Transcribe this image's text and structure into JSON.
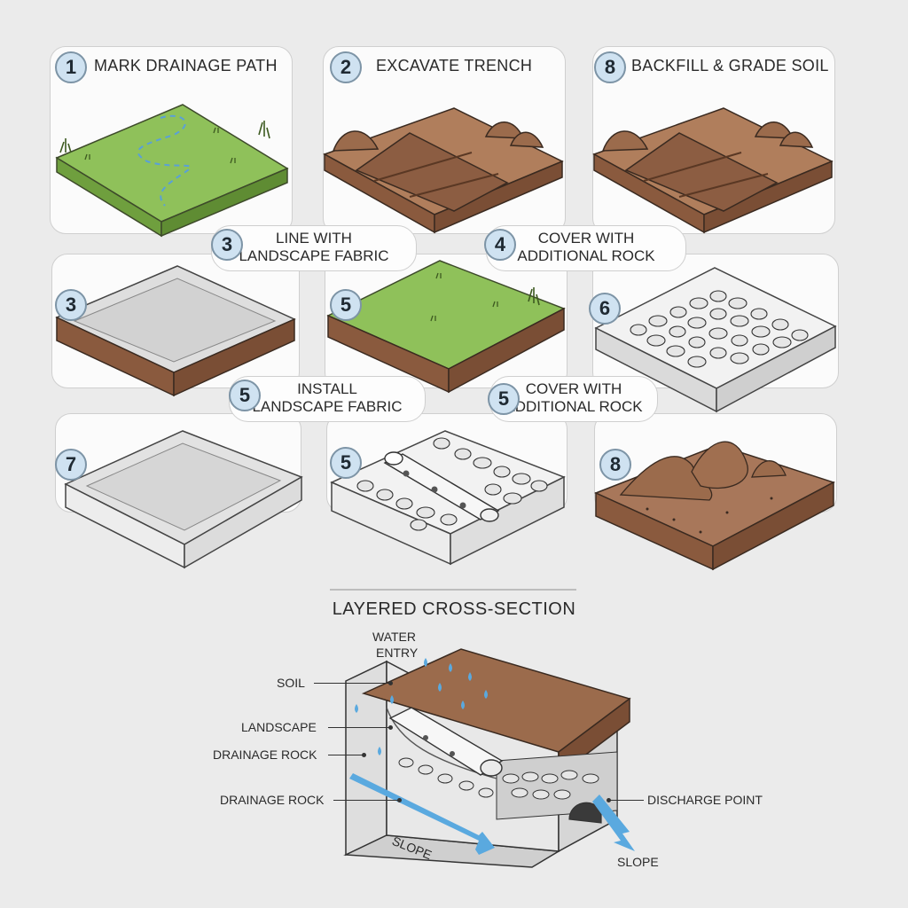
{
  "panels": [
    {
      "number": "1",
      "title": "MARK DRAINAGE PATH"
    },
    {
      "number": "2",
      "title": "EXCAVATE TRENCH"
    },
    {
      "number": "8",
      "title": "BACKFILL & GRADE SOIL"
    },
    {
      "number": "3"
    },
    {
      "number": "5"
    },
    {
      "number": "6"
    },
    {
      "number": "7"
    },
    {
      "number": "5"
    },
    {
      "number": "8"
    }
  ],
  "pills": [
    {
      "number": "3",
      "line1": "LINE WITH",
      "line2": "LANDSCAPE FABRIC"
    },
    {
      "number": "4",
      "line1": "COVER WITH",
      "line2": "ADDITIONAL ROCK"
    },
    {
      "number": "5",
      "line1": "INSTALL",
      "line2": "LANDSCAPE FABRIC"
    },
    {
      "number": "5",
      "line1": "COVER WITH",
      "line2": "ADDITIONAL ROCK"
    }
  ],
  "cross_section": {
    "title": "LAYERED CROSS-SECTION",
    "labels": {
      "water_entry_1": "WATER",
      "water_entry_2": "ENTRY",
      "soil": "SOIL",
      "landscape": "LANDSCAPE",
      "drainage_rock_upper": "DRAINAGE ROCK",
      "drainage_rock_lower": "DRAINAGE ROCK",
      "discharge_point": "DISCHARGE POINT",
      "slope_left": "SLOPE",
      "slope_right": "SLOPE"
    }
  },
  "colors": {
    "grass": "#8fc15a",
    "soil": "#9b6b4c",
    "soil_side": "#7e5138",
    "fabric": "#e1e1e1",
    "water": "#5aa9df",
    "badge": "#cfe2f1"
  }
}
